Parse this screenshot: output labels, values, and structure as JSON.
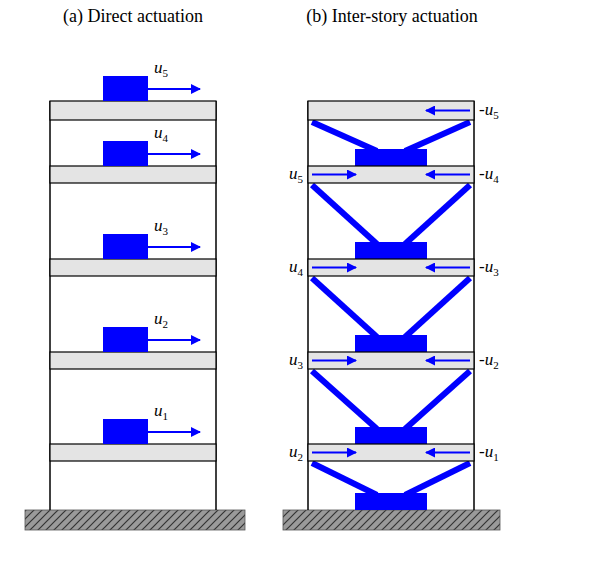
{
  "diagram": {
    "labels": [
      "(a) Direct actuation",
      "(b) Inter-story actuation",
      "u5",
      "-u5",
      "u4",
      "u5",
      "-u4",
      "u3",
      "u4",
      "-u3",
      "u2",
      "u3",
      "-u2",
      "u1",
      "u2",
      "-u1"
    ]
  }
}
